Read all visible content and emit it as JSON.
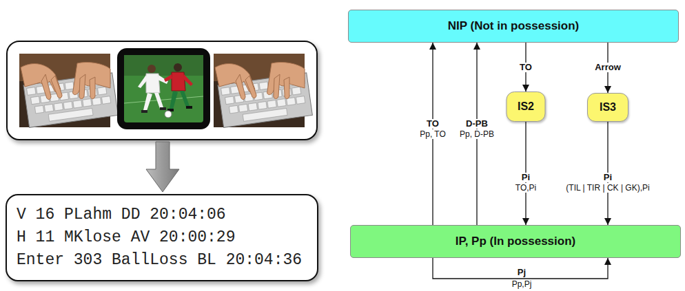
{
  "diagram": {
    "nodes": [
      {
        "text": [
          "V 16 PLahm DD 20:04:06",
          "H 11 MKlose AV 20:00:29",
          "Enter 303 BallLoss BL 20:04:36"
        ]
      },
      {
        "text": [
          "NIP (Not in possession)"
        ]
      },
      {
        "text": [
          "IS2"
        ]
      },
      {
        "text": [
          "IS3"
        ]
      },
      {
        "text": [
          "IP, Pp (In possession)"
        ]
      }
    ],
    "edges": [
      {
        "from": 4,
        "to": 1,
        "arrow": "to",
        "label": "TO"
      },
      {
        "from": 4,
        "to": 1,
        "arrow": "to",
        "label": "D-PB"
      },
      {
        "from": 1,
        "to": 2,
        "arrow": "to",
        "label": "TO"
      },
      {
        "from": 1,
        "to": 3,
        "arrow": "to",
        "label": "Arrow"
      },
      {
        "from": 2,
        "to": 4,
        "arrow": "to",
        "label": "Pi"
      },
      {
        "from": 3,
        "to": 4,
        "arrow": "to",
        "label": "Pi"
      },
      {
        "from": 4,
        "to": 4,
        "arrow": "to",
        "label": "Pj"
      }
    ],
    "labels": [
      "Pp, TO",
      "Pp, D-PB",
      "TO,Pi",
      "(TIL | TIR | CK | GK),Pi",
      "Pp,Pj"
    ]
  }
}
